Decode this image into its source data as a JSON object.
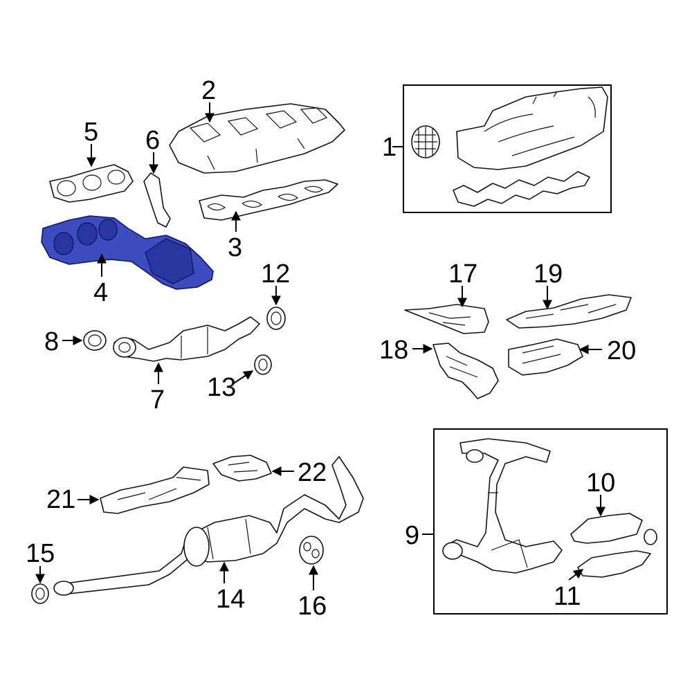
{
  "diagram": {
    "callouts": {
      "c1": "1",
      "c2": "2",
      "c3": "3",
      "c4": "4",
      "c5": "5",
      "c6": "6",
      "c7": "7",
      "c8": "8",
      "c9": "9",
      "c10": "10",
      "c11": "11",
      "c12": "12",
      "c13": "13",
      "c14": "14",
      "c15": "15",
      "c16": "16",
      "c17": "17",
      "c18": "18",
      "c19": "19",
      "c20": "20",
      "c21": "21",
      "c22": "22"
    },
    "highlight_color": "#3d4dc0",
    "highlighted_part": "4"
  }
}
